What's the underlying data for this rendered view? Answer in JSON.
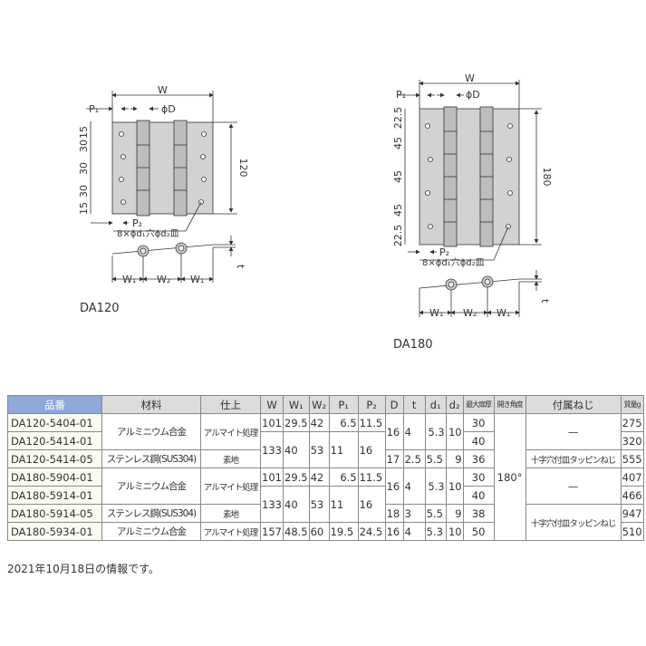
{
  "drawings": {
    "da120": {
      "caption": "DA120",
      "dims": {
        "w": "W",
        "p1": "P₁",
        "d": "ϕD",
        "p2": "P₂",
        "height": "120",
        "t": "t",
        "w1": "W₁",
        "w2": "W₂",
        "pitch": [
          "15",
          "30",
          "30",
          "30",
          "15"
        ],
        "hole_note": "8×ϕd₁穴ϕd₂皿"
      }
    },
    "da180": {
      "caption": "DA180",
      "dims": {
        "w": "W",
        "p1": "P₁",
        "d": "ϕD",
        "p2": "P₂",
        "height": "180",
        "t": "t",
        "w1": "W₁",
        "w2": "W₂",
        "pitch": [
          "22.5",
          "45",
          "45",
          "45",
          "22.5"
        ],
        "hole_note": "8×ϕd₁穴ϕd₂皿"
      }
    }
  },
  "table": {
    "headers": [
      "品番",
      "材料",
      "仕上",
      "W",
      "W₁",
      "W₂",
      "P₁",
      "P₂",
      "D",
      "t",
      "d₁",
      "d₂",
      "最大扉厚",
      "開き角度",
      "付属ねじ",
      "質量g"
    ],
    "colors": {
      "part_header": "#8ea8d8",
      "header": "#dcdcdc"
    },
    "rows": [
      [
        "DA120-5404-01",
        "アルミニウム合金",
        "アルマイト処理",
        "101",
        "29.5",
        "42",
        "6.5",
        "11.5",
        "16",
        "4",
        "5.3",
        "10",
        "30",
        "180°",
        "—",
        "275"
      ],
      [
        "DA120-5414-01",
        "133",
        "40",
        "53",
        "11",
        "16",
        "40",
        "320"
      ],
      [
        "DA120-5414-05",
        "ステンレス鋼(SUS304)",
        "素地",
        "17",
        "2.5",
        "5.5",
        "9",
        "36",
        "十字穴付皿タッピンねじ",
        "555"
      ],
      [
        "DA180-5904-01",
        "アルミニウム合金",
        "アルマイト処理",
        "101",
        "29.5",
        "42",
        "6.5",
        "11.5",
        "16",
        "4",
        "5.3",
        "10",
        "30",
        "—",
        "407"
      ],
      [
        "DA180-5914-01",
        "133",
        "40",
        "53",
        "11",
        "16",
        "40",
        "466"
      ],
      [
        "DA180-5914-05",
        "ステンレス鋼(SUS304)",
        "素地",
        "18",
        "3",
        "5.5",
        "9",
        "38",
        "十字穴付皿タッピンねじ",
        "947"
      ],
      [
        "DA180-5934-01",
        "アルミニウム合金",
        "アルマイト処理",
        "157",
        "48.5",
        "60",
        "19.5",
        "24.5",
        "16",
        "4",
        "5.3",
        "10",
        "50",
        "510"
      ]
    ]
  },
  "footnote": "2021年10月18日の情報です。"
}
